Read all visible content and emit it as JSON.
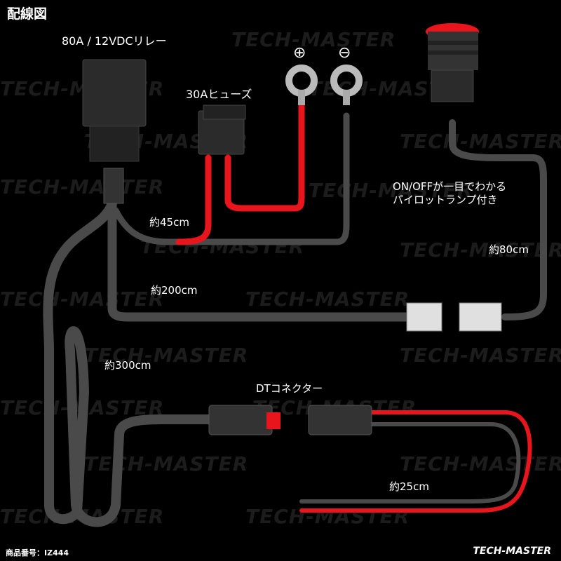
{
  "title": "配線図",
  "labels": {
    "relay": "80A / 12VDCリレー",
    "fuse": "30Aヒューズ",
    "switch_desc_1": "ON/OFFが一目でわかる",
    "switch_desc_2": "パイロットランプ付き",
    "len_45": "約45cm",
    "len_80": "約80cm",
    "len_200": "約200cm",
    "len_300": "約300cm",
    "len_25": "約25cm",
    "dt_connector": "DTコネクター"
  },
  "terminals": {
    "positive": "⊕",
    "negative": "⊖"
  },
  "product_code": "商品番号：IZ444",
  "brand": "TECH-MASTER",
  "watermark": "TECH-MASTER",
  "colors": {
    "wire_black": "#4a4a4a",
    "wire_red": "#e8161c",
    "component": "#2b2b2b",
    "bg": "#000000"
  }
}
